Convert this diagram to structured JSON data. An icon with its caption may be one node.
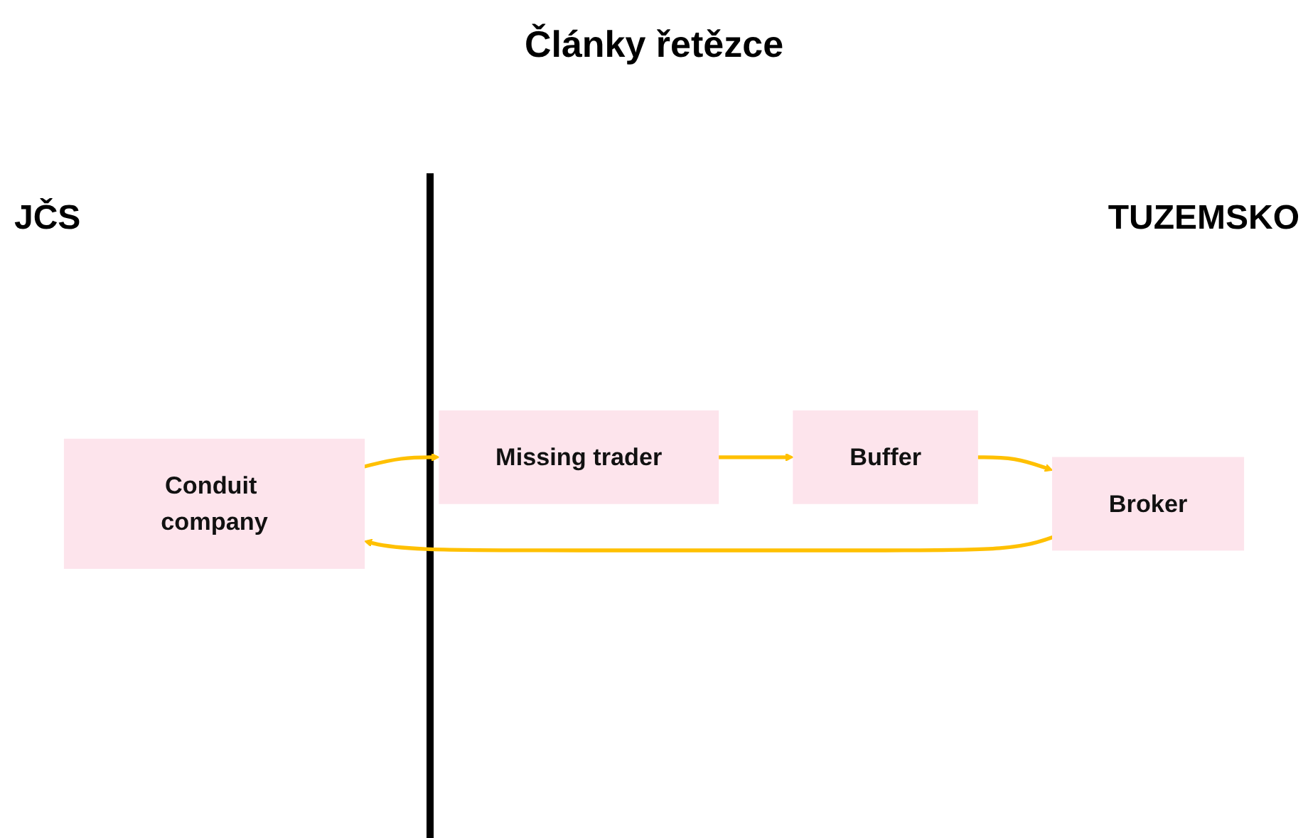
{
  "diagram": {
    "title": "Články řetězce",
    "nodes": [
      {
        "text": [
          "Conduit company"
        ]
      },
      {
        "text": [
          "Missing trader"
        ]
      },
      {
        "text": [
          "Buffer"
        ]
      },
      {
        "text": [
          "Broker"
        ]
      }
    ],
    "edges": [
      {
        "from": 0,
        "to": 1,
        "arrow": "to"
      },
      {
        "from": 1,
        "to": 2,
        "arrow": "to"
      },
      {
        "from": 2,
        "to": 3,
        "arrow": "to"
      },
      {
        "from": 3,
        "to": 0,
        "arrow": "to"
      }
    ],
    "labels": [
      "JČS",
      "TUZEMSKO"
    ]
  }
}
